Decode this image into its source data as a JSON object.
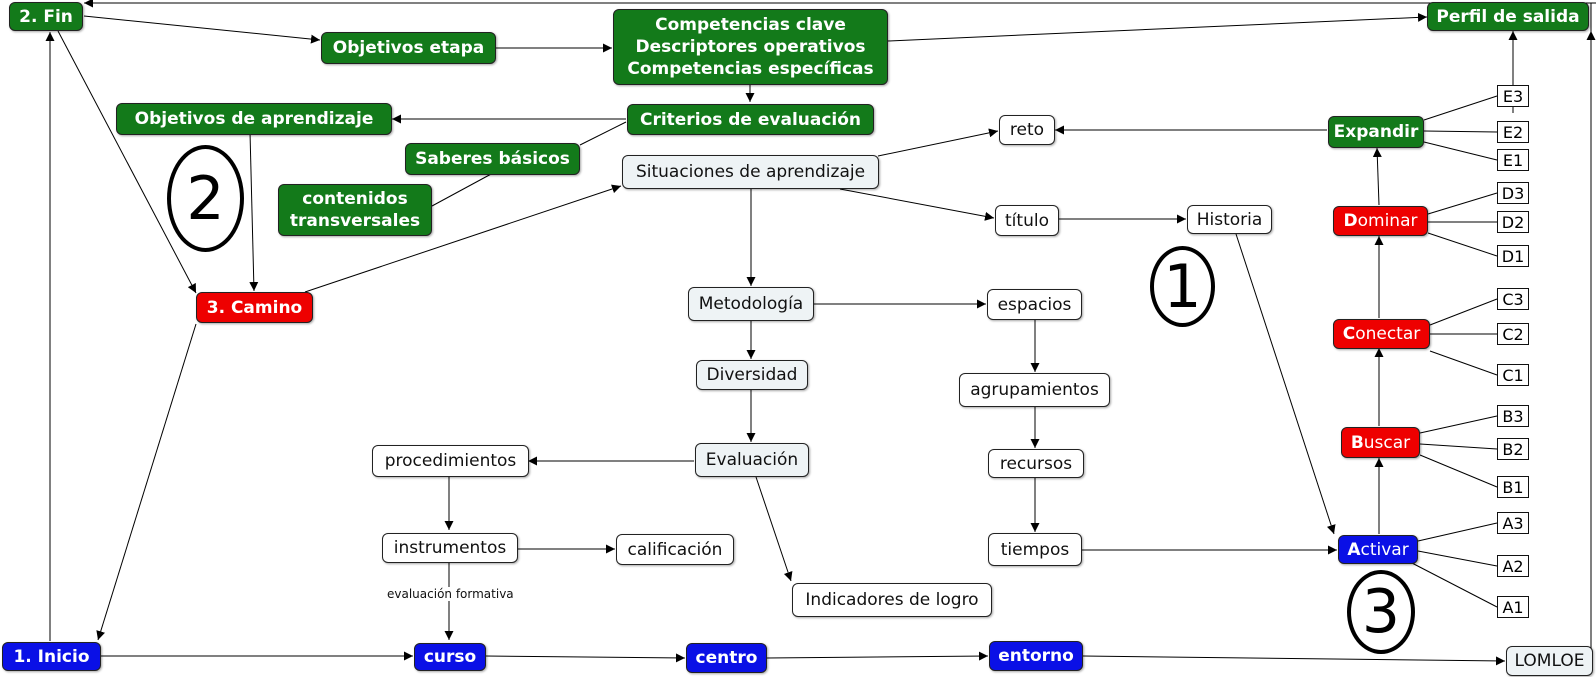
{
  "nodes": {
    "fin": "2. Fin",
    "perfil": "Perfil de salida",
    "objetivos_etapa": "Objetivos etapa",
    "competencias_1": "Competencias clave",
    "competencias_2": "Descriptores operativos",
    "competencias_3": "Competencias específicas",
    "objetivos_aprendizaje": "Objetivos de aprendizaje",
    "criterios": "Criterios de evaluación",
    "saberes": "Saberes básicos",
    "contenidos_1": "contenidos",
    "contenidos_2": "transversales",
    "situaciones": "Situaciones de aprendizaje",
    "reto": "reto",
    "titulo": "título",
    "historia": "Historia",
    "camino": "3. Camino",
    "metodologia": "Metodología",
    "espacios": "espacios",
    "diversidad": "Diversidad",
    "agrupamientos": "agrupamientos",
    "evaluacion": "Evaluación",
    "procedimientos": "procedimientos",
    "recursos": "recursos",
    "instrumentos": "instrumentos",
    "calificacion": "calificación",
    "tiempos": "tiempos",
    "indicadores": "Indicadores de logro",
    "inicio": "1. Inicio",
    "curso": "curso",
    "centro": "centro",
    "entorno": "entorno",
    "lomloe": "LOMLOE",
    "expandir_initial": "E",
    "expandir_rest": "xpandir",
    "dominar_initial": "D",
    "dominar_rest": "ominar",
    "conectar_initial": "C",
    "conectar_rest": "onectar",
    "buscar_initial": "B",
    "buscar_rest": "uscar",
    "activar_initial": "A",
    "activar_rest": "ctivar"
  },
  "stage_boxes": {
    "e": [
      "E3",
      "E2",
      "E1"
    ],
    "d": [
      "D3",
      "D2",
      "D1"
    ],
    "c": [
      "C3",
      "C2",
      "C1"
    ],
    "b": [
      "B3",
      "B2",
      "B1"
    ],
    "a": [
      "A3",
      "A2",
      "A1"
    ]
  },
  "edge_labels": {
    "evaluacion_formativa": "evaluación formativa"
  },
  "circled_numbers": {
    "one": "1",
    "two": "2",
    "three": "3"
  },
  "colors": {
    "green": "#137a1a",
    "red": "#ee0000",
    "blue": "#0a10e6",
    "light": "#eef3f5"
  }
}
